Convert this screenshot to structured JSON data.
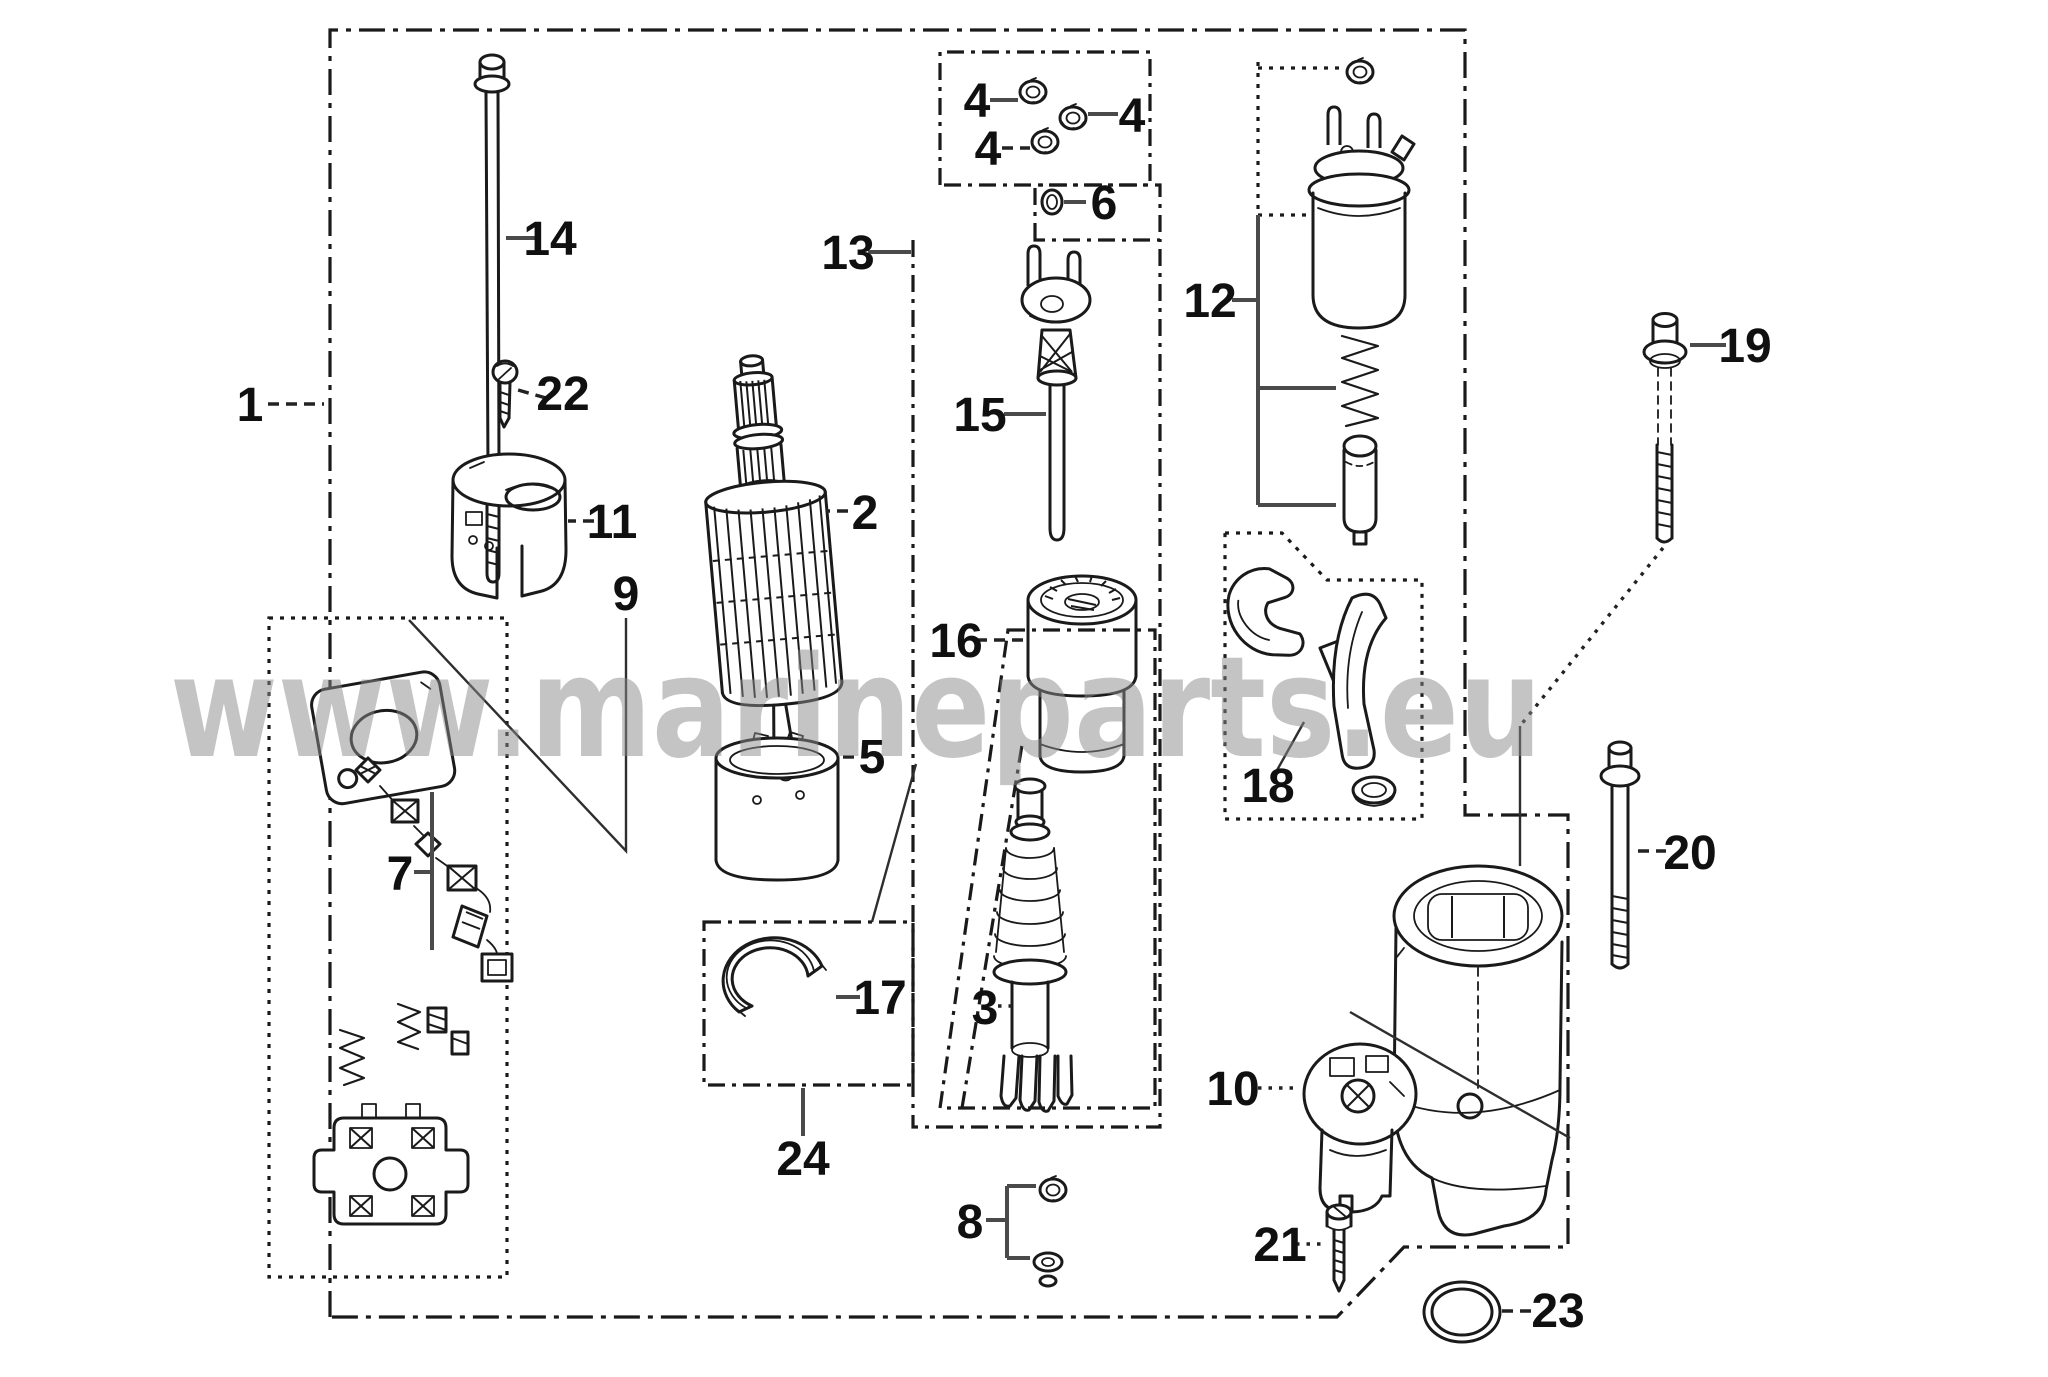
{
  "watermark": {
    "text": "www.marineparts.eu"
  },
  "diagram": {
    "type": "exploded-parts-diagram",
    "background_color": "#ffffff",
    "line_color": "#1a1a1a",
    "label_color": "#101010",
    "watermark_color": "#8a8a8a",
    "callouts": [
      {
        "num": "1"
      },
      {
        "num": "2"
      },
      {
        "num": "3"
      },
      {
        "num": "4"
      },
      {
        "num": "4"
      },
      {
        "num": "4"
      },
      {
        "num": "5"
      },
      {
        "num": "6"
      },
      {
        "num": "7"
      },
      {
        "num": "8"
      },
      {
        "num": "9"
      },
      {
        "num": "10"
      },
      {
        "num": "11"
      },
      {
        "num": "12"
      },
      {
        "num": "13"
      },
      {
        "num": "14"
      },
      {
        "num": "15"
      },
      {
        "num": "16"
      },
      {
        "num": "17"
      },
      {
        "num": "18"
      },
      {
        "num": "19"
      },
      {
        "num": "20"
      },
      {
        "num": "21"
      },
      {
        "num": "22"
      },
      {
        "num": "23"
      },
      {
        "num": "24"
      }
    ]
  }
}
